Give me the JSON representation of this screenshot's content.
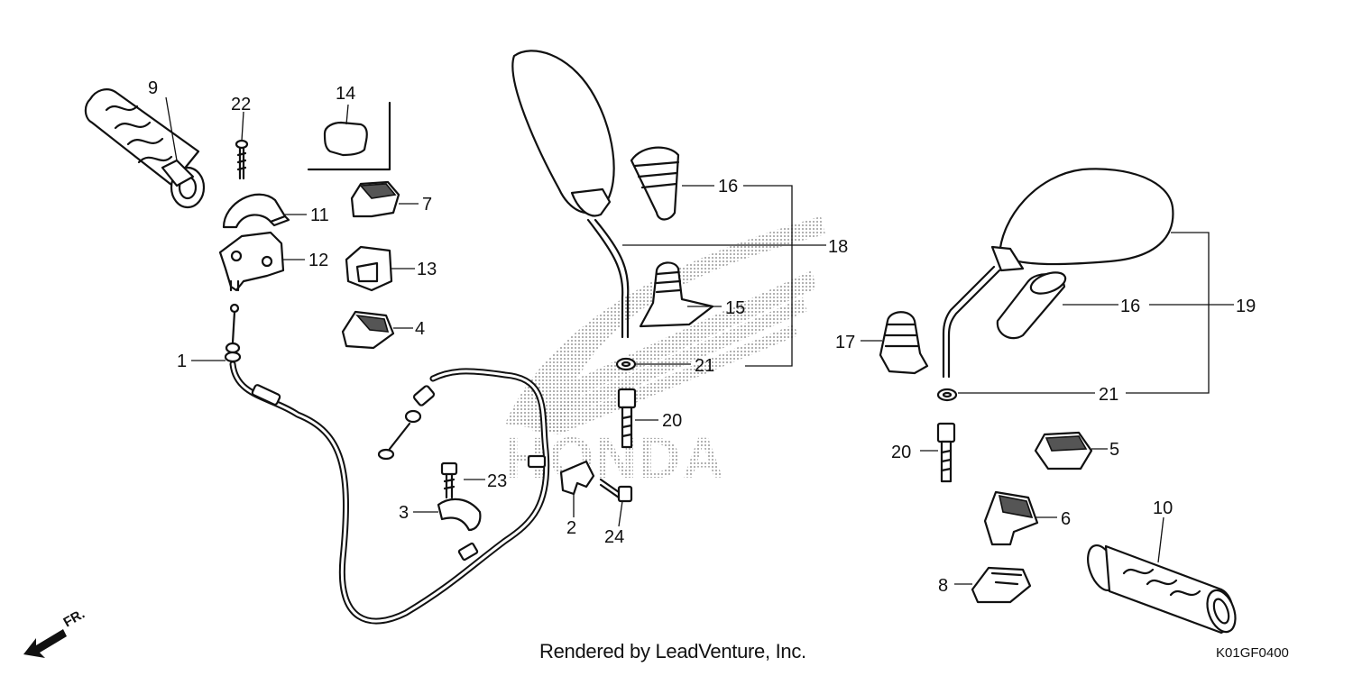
{
  "diagram": {
    "callouts": [
      "1",
      "2",
      "3",
      "4",
      "5",
      "6",
      "7",
      "8",
      "9",
      "10",
      "11",
      "12",
      "13",
      "14",
      "15",
      "16",
      "16",
      "17",
      "18",
      "19",
      "20",
      "20",
      "21",
      "21",
      "22",
      "23",
      "24"
    ],
    "direction_label": "FR.",
    "watermark_text": "HONDA",
    "credit": "Rendered by LeadVenture, Inc.",
    "diagram_code": "K01GF0400"
  }
}
